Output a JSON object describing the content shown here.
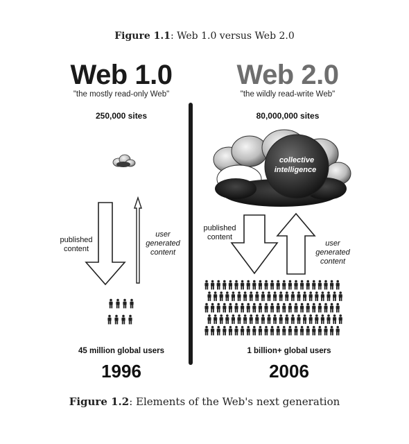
{
  "captions": {
    "top_bold": "Figure 1.1",
    "top_rest": ": Web 1.0 versus Web 2.0",
    "bottom_bold": "Figure 1.2",
    "bottom_rest": ": Elements of the Web's next generation"
  },
  "web1": {
    "title": "Web 1.0",
    "subtitle": "\"the mostly read-only Web\"",
    "sites": "250,000 sites",
    "published_line1": "published",
    "published_line2": "content",
    "ugc_line1": "user",
    "ugc_line2": "generated",
    "ugc_line3": "content",
    "users": "45 million global users",
    "year": "1996"
  },
  "web2": {
    "title": "Web 2.0",
    "subtitle": "\"the wildly read-write Web\"",
    "sites": "80,000,000 sites",
    "cloud_line1": "collective",
    "cloud_line2": "intelligence",
    "published_line1": "published",
    "published_line2": "content",
    "ugc_line1": "user",
    "ugc_line2": "generated",
    "ugc_line3": "content",
    "users": "1 billion+ global users",
    "year": "2006"
  },
  "icons": {
    "left_cloud": "small-cloud-icon",
    "right_cloud": "large-cloud-icon",
    "people": "person-icon",
    "arrows": [
      "down-arrow-icon",
      "up-arrow-icon"
    ]
  }
}
